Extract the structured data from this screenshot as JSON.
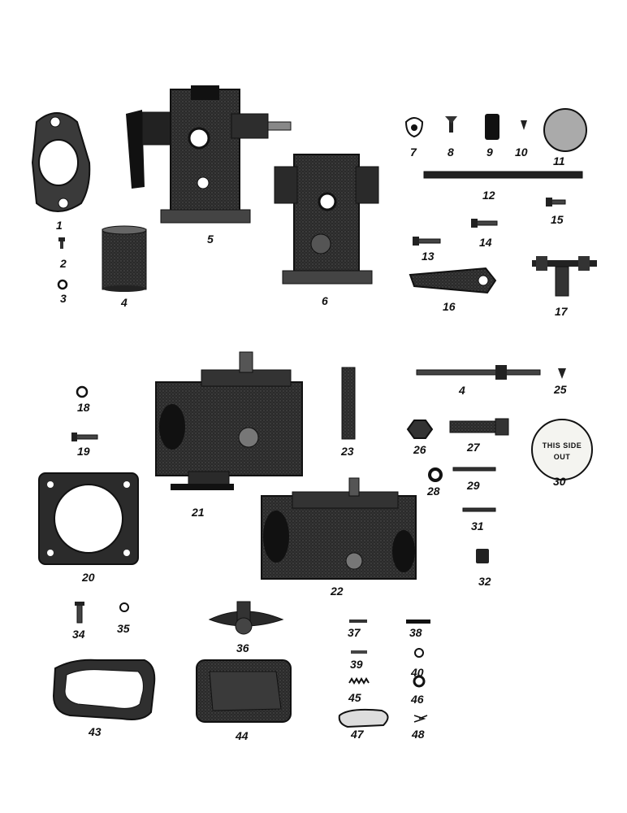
{
  "part_numbers": {
    "p1": "1",
    "p2": "2",
    "p3": "3",
    "p4a": "4",
    "p5": "5",
    "p6": "6",
    "p7": "7",
    "p8": "8",
    "p9": "9",
    "p10": "10",
    "p11": "11",
    "p12": "12",
    "p13": "13",
    "p14": "14",
    "p15": "15",
    "p16": "16",
    "p17": "17",
    "p18": "18",
    "p19": "19",
    "p20": "20",
    "p21": "21",
    "p22": "22",
    "p23": "23",
    "p4b": "4",
    "p25": "25",
    "p26": "26",
    "p27": "27",
    "p28": "28",
    "p29": "29",
    "p30": "30",
    "p31": "31",
    "p32": "32",
    "p34": "34",
    "p35": "35",
    "p36": "36",
    "p37": "37",
    "p38": "38",
    "p39": "39",
    "p40": "40",
    "p43": "43",
    "p44": "44",
    "p45": "45",
    "p46": "46",
    "p47": "47",
    "p48": "48"
  },
  "decal_text": {
    "line1": "THIS SIDE",
    "line2": "OUT"
  },
  "colors": {
    "ink": "#111111",
    "paper": "#ffffff",
    "mid": "#555555",
    "light": "#8a8a8a"
  }
}
